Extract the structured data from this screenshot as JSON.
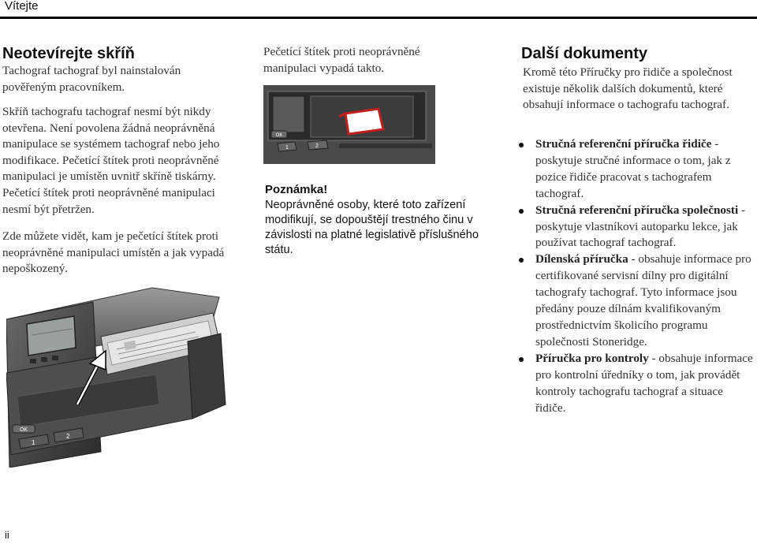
{
  "header": {
    "title": "Vítejte"
  },
  "col1": {
    "heading": "Neotevírejte skříň",
    "p1": "Tachograf tachograf byl nainstalován pověřeným pracovníkem.",
    "p2": "Skříň tachografu tachograf nesmí být nikdy otevřena. Není povolena žádná neoprávněná manipulace se systémem tachograf nebo jeho modifikace. Pečetící štítek proti neoprávněné manipulaci je umístěn uvnitř skříně tiskárny. Pečetící štítek proti neoprávněné manipulaci nesmí být přetržen.",
    "p3": "Zde můžete vidět, kam je pečetící štítek proti neoprávněné manipulaci umístěn a jak vypadá nepoškozený."
  },
  "col2": {
    "caption": "Pečetící štítek proti neoprávněné manipulaci vypadá takto.",
    "note_heading": "Poznámka!",
    "note_text": "Neoprávněné osoby, které toto zařízení modifikují, se dopouštějí trestného činu v závislosti na platné legislativě příslušného státu."
  },
  "col3": {
    "heading": "Další dokumenty",
    "intro": "Kromě této Příručky pro řidiče a společnost existuje několik dalších dokumentů, které obsahují informace o tachografu tachograf.",
    "items": [
      {
        "title": "Stručná referenční příručka řidiče",
        "text": " - poskytuje stručné informace o tom, jak z pozice řidiče pracovat s tachografem tachograf."
      },
      {
        "title": "Stručná referenční příručka společnosti",
        "text": " - poskytuje vlastníkovi autoparku lekce, jak používat tachograf tachograf."
      },
      {
        "title": "Dílenská příručka",
        "text": " - obsahuje informace pro certifikované servisní dílny pro digitální tachografy tachograf. Tyto informace jsou předány pouze dílnám kvalifikovaným prostřednictvím školicího programu společnosti Stoneridge."
      },
      {
        "title": "Příručka pro kontroly",
        "text": " - obsahuje informace pro kontrolní úředníky o tom, jak provádět kontroly tachografu tachograf a situace řidiče."
      }
    ]
  },
  "device": {
    "button_ok": "OK",
    "button_1": "1",
    "button_2": "2"
  },
  "footer": {
    "page_number": "ii"
  }
}
